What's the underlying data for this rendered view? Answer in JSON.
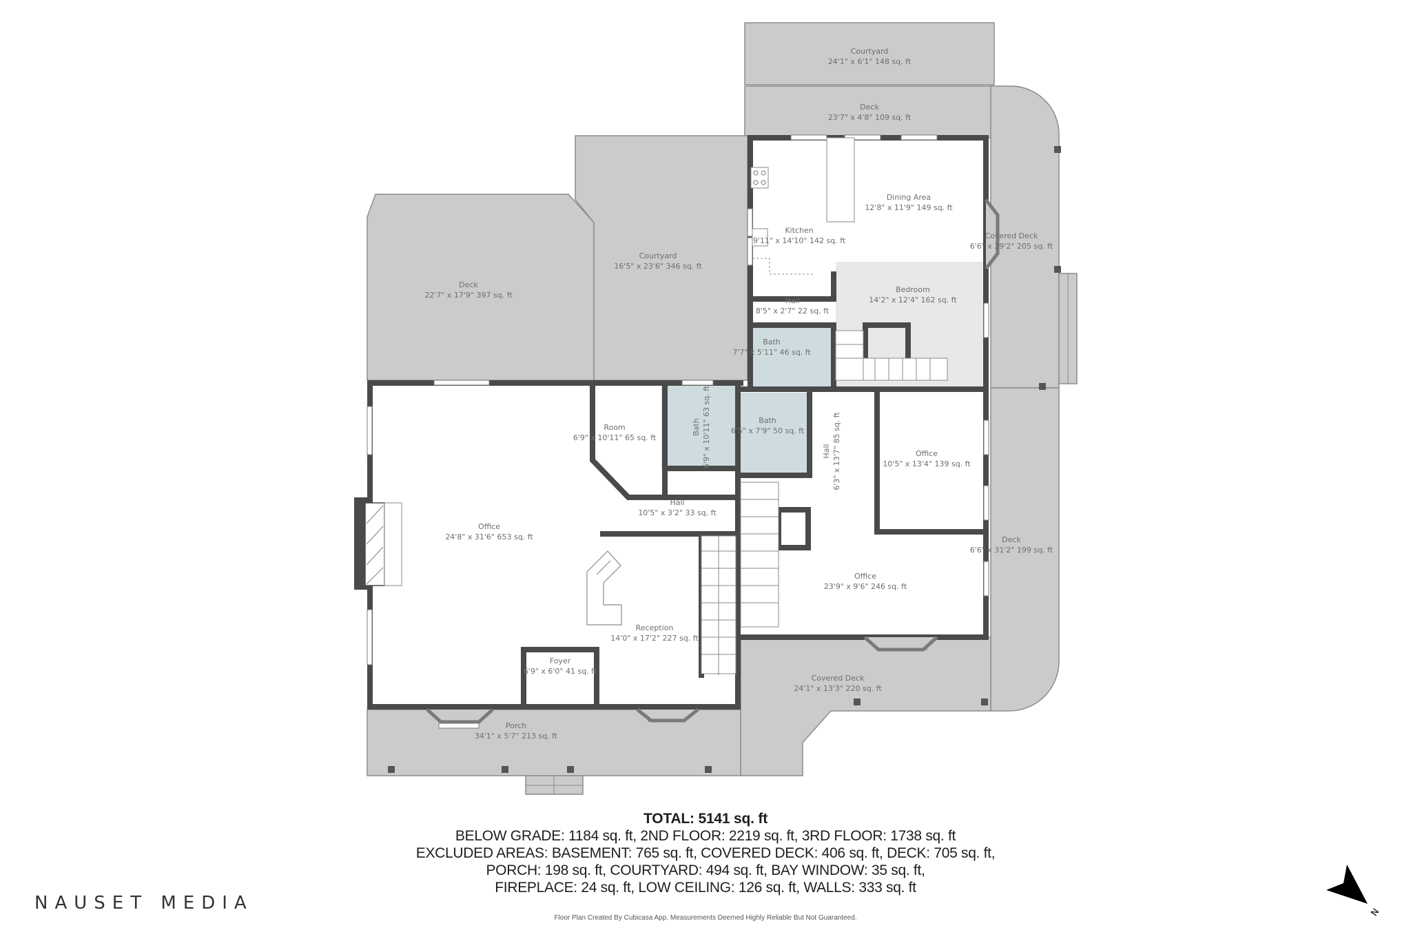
{
  "brand": {
    "name": "NAUSET MEDIA"
  },
  "compass": {
    "label": "N",
    "icon": "north-arrow-icon"
  },
  "rooms": {
    "courtyard_top": {
      "name": "Courtyard",
      "dims": "24'1\" x 6'1\" 148 sq. ft"
    },
    "deck_top": {
      "name": "Deck",
      "dims": "23'7\" x 4'8\" 109 sq. ft"
    },
    "dining": {
      "name": "Dining Area",
      "dims": "12'8\" x 11'9\" 149 sq. ft"
    },
    "kitchen": {
      "name": "Kitchen",
      "dims": "9'11\" x 14'10\" 142 sq. ft"
    },
    "covered_deck_right": {
      "name": "Covered Deck",
      "dims": "6'6\" x 29'2\" 205 sq. ft"
    },
    "deck_left": {
      "name": "Deck",
      "dims": "22'7\" x 17'9\" 397 sq. ft"
    },
    "courtyard_mid": {
      "name": "Courtyard",
      "dims": "16'5\" x 23'6\" 346 sq. ft"
    },
    "hall_upper": {
      "name": "Hall",
      "dims": "8'5\" x 2'7\" 22 sq. ft"
    },
    "bedroom": {
      "name": "Bedroom",
      "dims": "14'2\" x 12'4\" 162 sq. ft"
    },
    "bath_upper": {
      "name": "Bath",
      "dims": "7'7\" x 5'11\" 46 sq. ft"
    },
    "room": {
      "name": "Room",
      "dims": "6'9\" x 10'11\" 65 sq. ft"
    },
    "bath_vertical": {
      "name": "Bath",
      "dims": "6'9\" x 10'11\" 63 sq. ft"
    },
    "bath_mid": {
      "name": "Bath",
      "dims": "6'5\" x 7'9\" 50 sq. ft"
    },
    "hall_vertical": {
      "name": "Hall",
      "dims": "6'3\" x 13'7\" 85 sq. ft"
    },
    "office_right": {
      "name": "Office",
      "dims": "10'5\" x 13'4\" 139 sq. ft"
    },
    "hall_lower": {
      "name": "Hall",
      "dims": "10'5\" x 3'2\" 33 sq. ft"
    },
    "office_main": {
      "name": "Office",
      "dims": "24'8\" x 31'6\" 653 sq. ft"
    },
    "deck_right": {
      "name": "Deck",
      "dims": "6'6\" x 31'2\" 199 sq. ft"
    },
    "office_lower": {
      "name": "Office",
      "dims": "23'9\" x 9'6\" 246 sq. ft"
    },
    "reception": {
      "name": "Reception",
      "dims": "14'0\" x 17'2\" 227 sq. ft"
    },
    "foyer": {
      "name": "Foyer",
      "dims": "6'9\" x 6'0\" 41 sq. ft"
    },
    "covered_deck_bottom": {
      "name": "Covered Deck",
      "dims": "24'1\" x 13'3\" 220 sq. ft"
    },
    "porch": {
      "name": "Porch",
      "dims": "34'1\" x 5'7\" 213 sq. ft"
    }
  },
  "summary": {
    "total": "TOTAL: 5141 sq. ft",
    "line1": "BELOW GRADE: 1184 sq. ft, 2ND FLOOR: 2219 sq. ft, 3RD FLOOR: 1738 sq. ft",
    "line2": "EXCLUDED AREAS: BASEMENT: 765 sq. ft, COVERED DECK: 406 sq. ft, DECK: 705 sq. ft,",
    "line3": "PORCH: 198 sq. ft, COURTYARD: 494 sq. ft, BAY WINDOW: 35 sq. ft,",
    "line4": "FIREPLACE: 24 sq. ft, LOW CEILING: 126 sq. ft, WALLS: 333 sq. ft"
  },
  "disclaimer": "Floor Plan Created By Cubicasa App. Measurements Deemed Highly Reliable But Not Guaranteed.",
  "colors": {
    "exterior": "#cbcbcb",
    "wall": "#4a4a4a",
    "bath": "#cfdcdf",
    "low_ceiling": "#e8e8e8",
    "label": "#6e6e6e"
  }
}
